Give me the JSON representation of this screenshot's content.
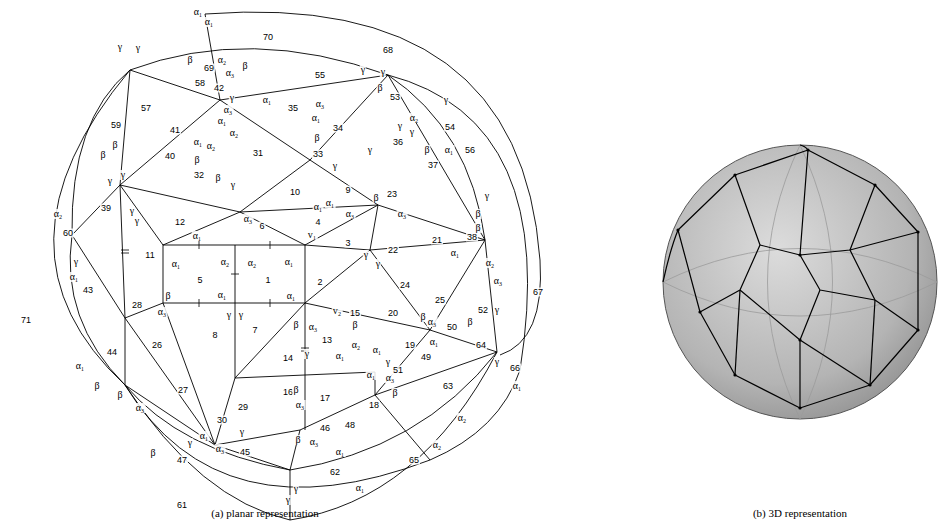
{
  "diagram": {
    "labels": [
      "(a) planar representation",
      "(b) 3D representation",
      "1",
      "2",
      "3",
      "4",
      "5",
      "6",
      "7",
      "8",
      "9",
      "10",
      "11",
      "12",
      "13",
      "14",
      "15",
      "16",
      "17",
      "18",
      "19",
      "20",
      "21",
      "22",
      "23",
      "24",
      "25",
      "26",
      "27",
      "28",
      "29",
      "30",
      "31",
      "32",
      "33",
      "34",
      "35",
      "36",
      "37",
      "38",
      "39",
      "40",
      "41",
      "42",
      "43",
      "44",
      "45",
      "46",
      "47",
      "48",
      "49",
      "50",
      "51",
      "52",
      "53",
      "54",
      "55",
      "56",
      "57",
      "58",
      "59",
      "60",
      "61",
      "62",
      "63",
      "64",
      "65",
      "66",
      "67",
      "68",
      "69",
      "70",
      "71",
      "α₁",
      "α₁",
      "γ",
      "γ",
      "β",
      "α₂",
      "α₃",
      "β",
      "γ",
      "γ",
      "β",
      "γ",
      "α₂",
      "α₁",
      "γ",
      "β",
      "β",
      "α₁",
      "α₂",
      "α₃",
      "γ",
      "β",
      "γ",
      "α₁",
      "α₂",
      "α₂",
      "α₁",
      "γ",
      "γ",
      "β",
      "α₃",
      "α₁",
      "γ",
      "α₁",
      "α₃",
      "γ",
      "β",
      "α₃",
      "β",
      "β",
      "α₁",
      "α₁",
      "γ",
      "α₂",
      "β",
      "β",
      "γ",
      "γ",
      "γ",
      "γ",
      "α₁",
      "α₂",
      "α₂",
      "α₁",
      "α₁",
      "α₁",
      "β",
      "α₃",
      "γ",
      "γ",
      "β",
      "α₃",
      "v₁",
      "v₂",
      "γ",
      "α₁",
      "α₂",
      "α₁",
      "γ",
      "α₃",
      "β",
      "γ",
      "γ",
      "α₁",
      "α₁",
      "α₃",
      "β",
      "α₃",
      "γ",
      "γ",
      "γ",
      "β",
      "α₃",
      "α₁",
      "β",
      "α₁",
      "α₂",
      "α₂",
      "α₁",
      "α₃",
      "γ",
      "α₁",
      "α₃",
      "α₁",
      "β",
      "γ",
      "γ",
      "β",
      "β",
      "α₃",
      "α₁",
      "β",
      "β",
      "α₃",
      "α₁"
    ]
  }
}
